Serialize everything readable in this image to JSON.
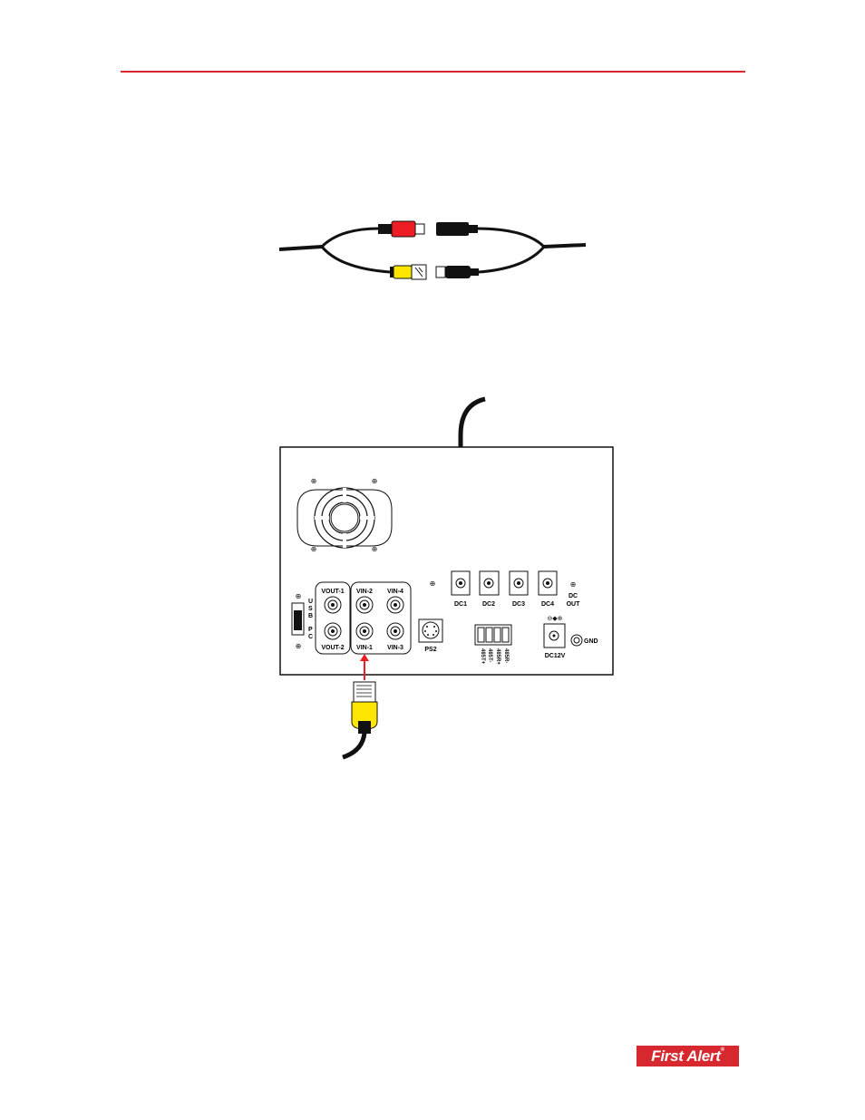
{
  "ports": {
    "vout1": "VOUT-1",
    "vout2": "VOUT-2",
    "vin1": "VIN-1",
    "vin2": "VIN-2",
    "vin3": "VIN-3",
    "vin4": "VIN-4",
    "usb_u": "U",
    "usb_s": "S",
    "usb_b": "B",
    "pc_p": "P",
    "pc_c": "C",
    "ps2": "PS2",
    "dc1": "DC1",
    "dc2": "DC2",
    "dc3": "DC3",
    "dc4": "DC4",
    "dc_out_1": "DC",
    "dc_out_2": "OUT",
    "t1": "485T+",
    "t2": "485T-",
    "t3": "485R+",
    "t4": "485R-",
    "dc12v": "DC12V",
    "gnd": "GND"
  },
  "logo": {
    "text": "First Alert",
    "mark": "®"
  },
  "colors": {
    "accent": "#d7282f",
    "cable_red": "#ee1c25",
    "cable_yellow": "#ffe600"
  }
}
